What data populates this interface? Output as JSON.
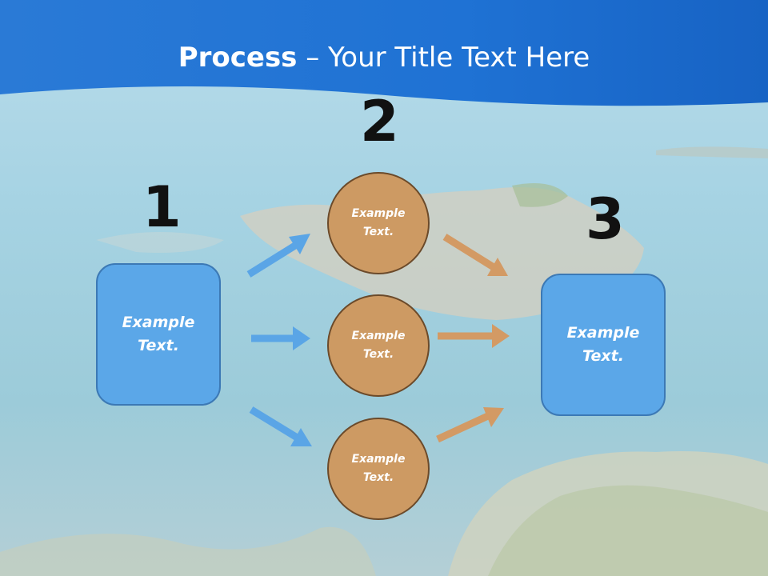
{
  "title": {
    "bold": "Process",
    "rest": " – Your Title Text Here"
  },
  "steps": {
    "one": "1",
    "two": "2",
    "three": "3"
  },
  "left_box": {
    "text": "Example Text."
  },
  "right_box": {
    "text": "Example Text."
  },
  "circles": [
    {
      "text": "Example Text."
    },
    {
      "text": "Example Text."
    },
    {
      "text": "Example Text."
    }
  ],
  "colors": {
    "box_blue": "#5ba7e8",
    "circle_tan": "#cd9a63",
    "arrow_blue": "#5aa5e6",
    "arrow_tan": "#d39a64",
    "header_blue": "#1a6fcf"
  }
}
